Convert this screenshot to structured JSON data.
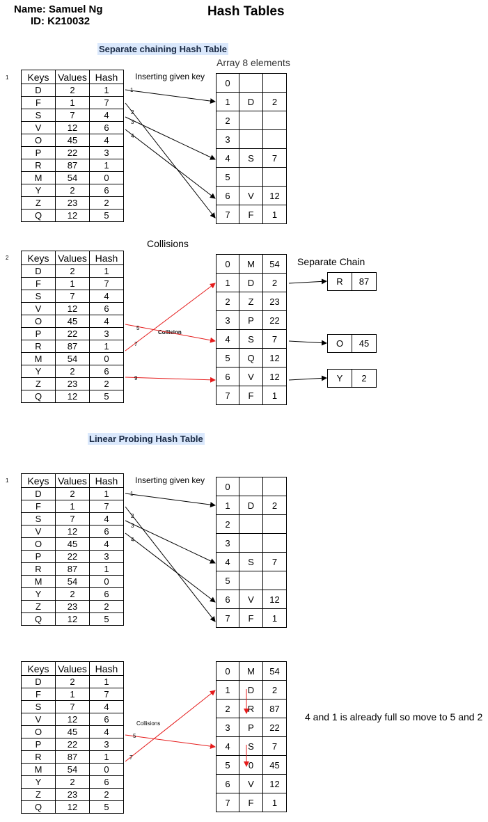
{
  "header": {
    "name": "Name: Samuel Ng",
    "id": "ID: K210032",
    "title": "Hash Tables"
  },
  "sections": {
    "separate_chaining": "Separate chaining Hash Table",
    "linear_probing": "Linear Probing Hash Table"
  },
  "labels": {
    "array_caption": "Array 8 elements",
    "inserting": "Inserting given key",
    "collisions_title": "Collisions",
    "separate_chain": "Separate Chain",
    "collision": "Collision",
    "collisions_small": "Collisions",
    "note": "4 and 1 is already full so move to 5 and 2",
    "step_1": "1",
    "step_2": "2",
    "arrow_1": "1",
    "arrow_2": "2",
    "arrow_3": "3",
    "arrow_4": "4",
    "arrow_5": "5",
    "arrow_7": "7",
    "arrow_9": "9"
  },
  "kv_headers": [
    "Keys",
    "Values",
    "Hash"
  ],
  "kv_rows": [
    [
      "D",
      "2",
      "1"
    ],
    [
      "F",
      "1",
      "7"
    ],
    [
      "S",
      "7",
      "4"
    ],
    [
      "V",
      "12",
      "6"
    ],
    [
      "O",
      "45",
      "4"
    ],
    [
      "P",
      "22",
      "3"
    ],
    [
      "R",
      "87",
      "1"
    ],
    [
      "M",
      "54",
      "0"
    ],
    [
      "Y",
      "2",
      "6"
    ],
    [
      "Z",
      "23",
      "2"
    ],
    [
      "Q",
      "12",
      "5"
    ]
  ],
  "array_initial": [
    [
      "0",
      "",
      ""
    ],
    [
      "1",
      "D",
      "2"
    ],
    [
      "2",
      "",
      ""
    ],
    [
      "3",
      "",
      ""
    ],
    [
      "4",
      "S",
      "7"
    ],
    [
      "5",
      "",
      ""
    ],
    [
      "6",
      "V",
      "12"
    ],
    [
      "7",
      "F",
      "1"
    ]
  ],
  "array_chaining": [
    [
      "0",
      "M",
      "54"
    ],
    [
      "1",
      "D",
      "2"
    ],
    [
      "2",
      "Z",
      "23"
    ],
    [
      "3",
      "P",
      "22"
    ],
    [
      "4",
      "S",
      "7"
    ],
    [
      "5",
      "Q",
      "12"
    ],
    [
      "6",
      "V",
      "12"
    ],
    [
      "7",
      "F",
      "1"
    ]
  ],
  "chains": [
    [
      "R",
      "87"
    ],
    [
      "O",
      "45"
    ],
    [
      "Y",
      "2"
    ]
  ],
  "array_probing": [
    [
      "0",
      "M",
      "54"
    ],
    [
      "1",
      "D",
      "2"
    ],
    [
      "2",
      "R",
      "87"
    ],
    [
      "3",
      "P",
      "22"
    ],
    [
      "4",
      "S",
      "7"
    ],
    [
      "5",
      "0",
      "45"
    ],
    [
      "6",
      "V",
      "12"
    ],
    [
      "7",
      "F",
      "1"
    ]
  ],
  "colors": {
    "red_arrow": "#e51b1b",
    "section_bg": "#dae8fc"
  }
}
